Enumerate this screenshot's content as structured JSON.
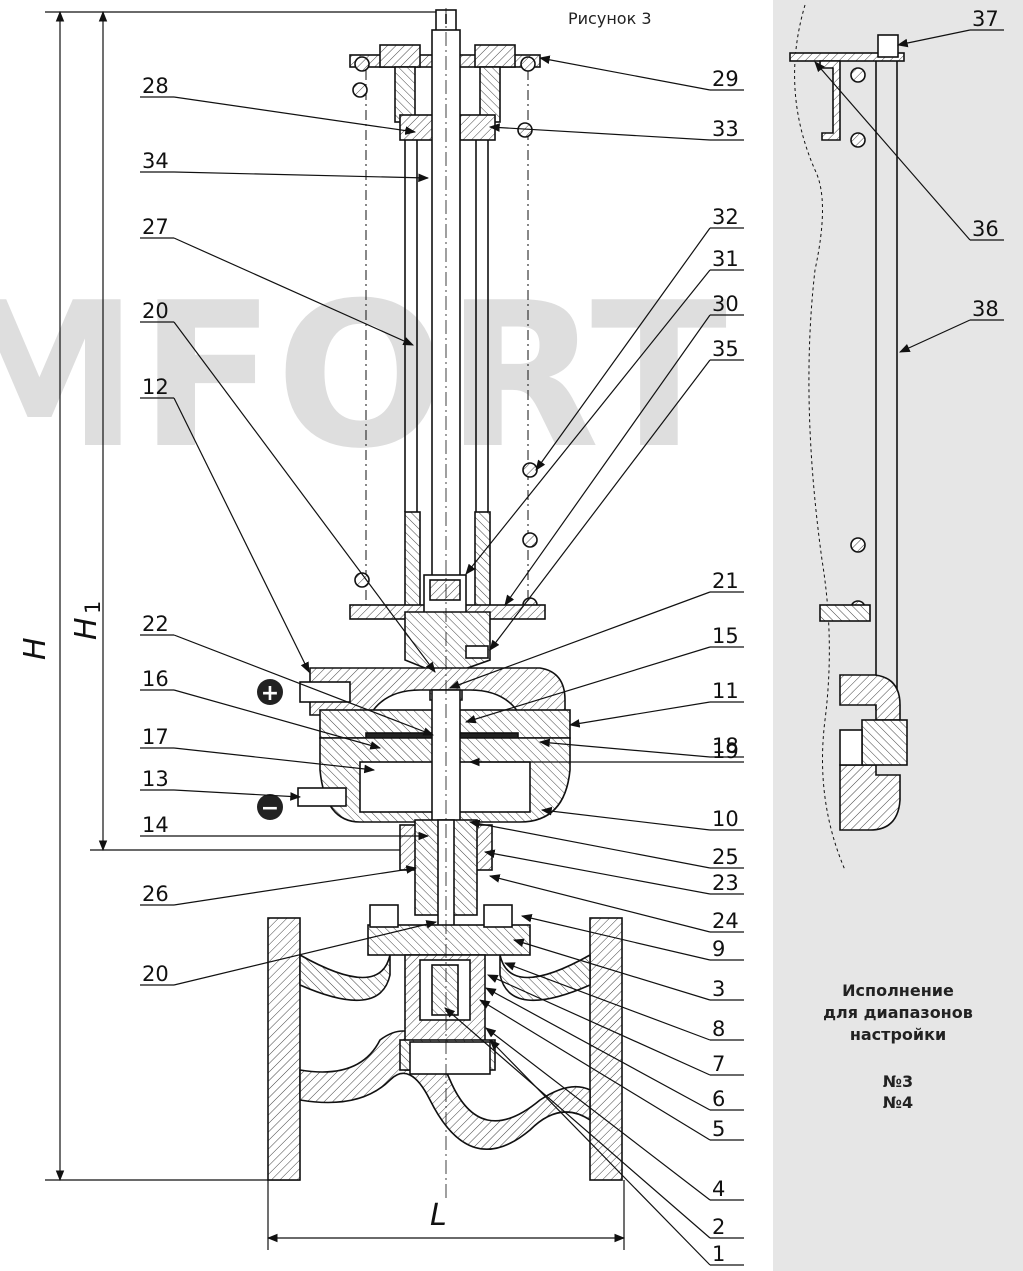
{
  "figure_title": "Рисунок 3",
  "watermark": "MFORT",
  "dimensions": {
    "h_total": "H",
    "h1": "H",
    "h1_sub": "1",
    "length": "L"
  },
  "pressure_signs": {
    "plus": "+",
    "minus": "−"
  },
  "variant_note": {
    "lines": [
      "Исполнение",
      "для диапазонов",
      "настройки"
    ],
    "numbers": [
      "№3",
      "№4"
    ]
  },
  "left_labels": [
    "28",
    "34",
    "27",
    "20",
    "12",
    "22",
    "16",
    "17",
    "13",
    "14",
    "26",
    "20"
  ],
  "right_labels": [
    "29",
    "33",
    "32",
    "31",
    "30",
    "35",
    "21",
    "15",
    "11",
    "18",
    "19",
    "10",
    "25",
    "23",
    "24",
    "9",
    "3",
    "8",
    "7",
    "6",
    "5",
    "4",
    "2",
    "1"
  ],
  "panel_labels": [
    "37",
    "36",
    "38"
  ],
  "colors": {
    "panel_bg": "#e6e6e6",
    "line": "#111111",
    "hatch": "#555555"
  }
}
